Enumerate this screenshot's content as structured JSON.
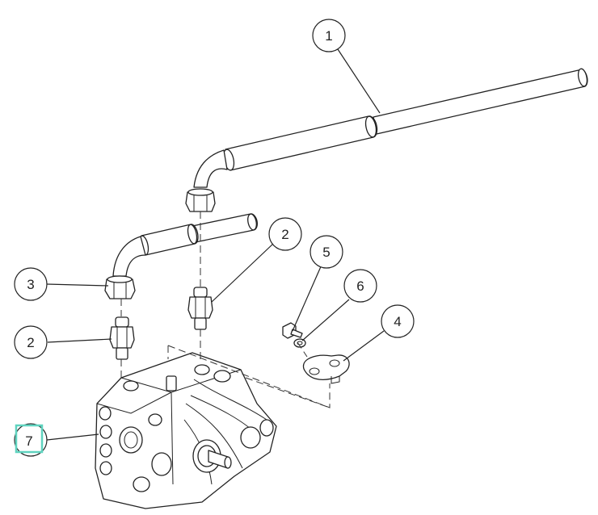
{
  "callouts": [
    {
      "id": "c1",
      "label": "1"
    },
    {
      "id": "c2a",
      "label": "2"
    },
    {
      "id": "c2b",
      "label": "2"
    },
    {
      "id": "c3",
      "label": "3"
    },
    {
      "id": "c4",
      "label": "4"
    },
    {
      "id": "c5",
      "label": "5"
    },
    {
      "id": "c6",
      "label": "6"
    },
    {
      "id": "c7",
      "label": "7"
    }
  ],
  "highlight": {
    "target": "c7",
    "color": "#5fd3bf"
  }
}
